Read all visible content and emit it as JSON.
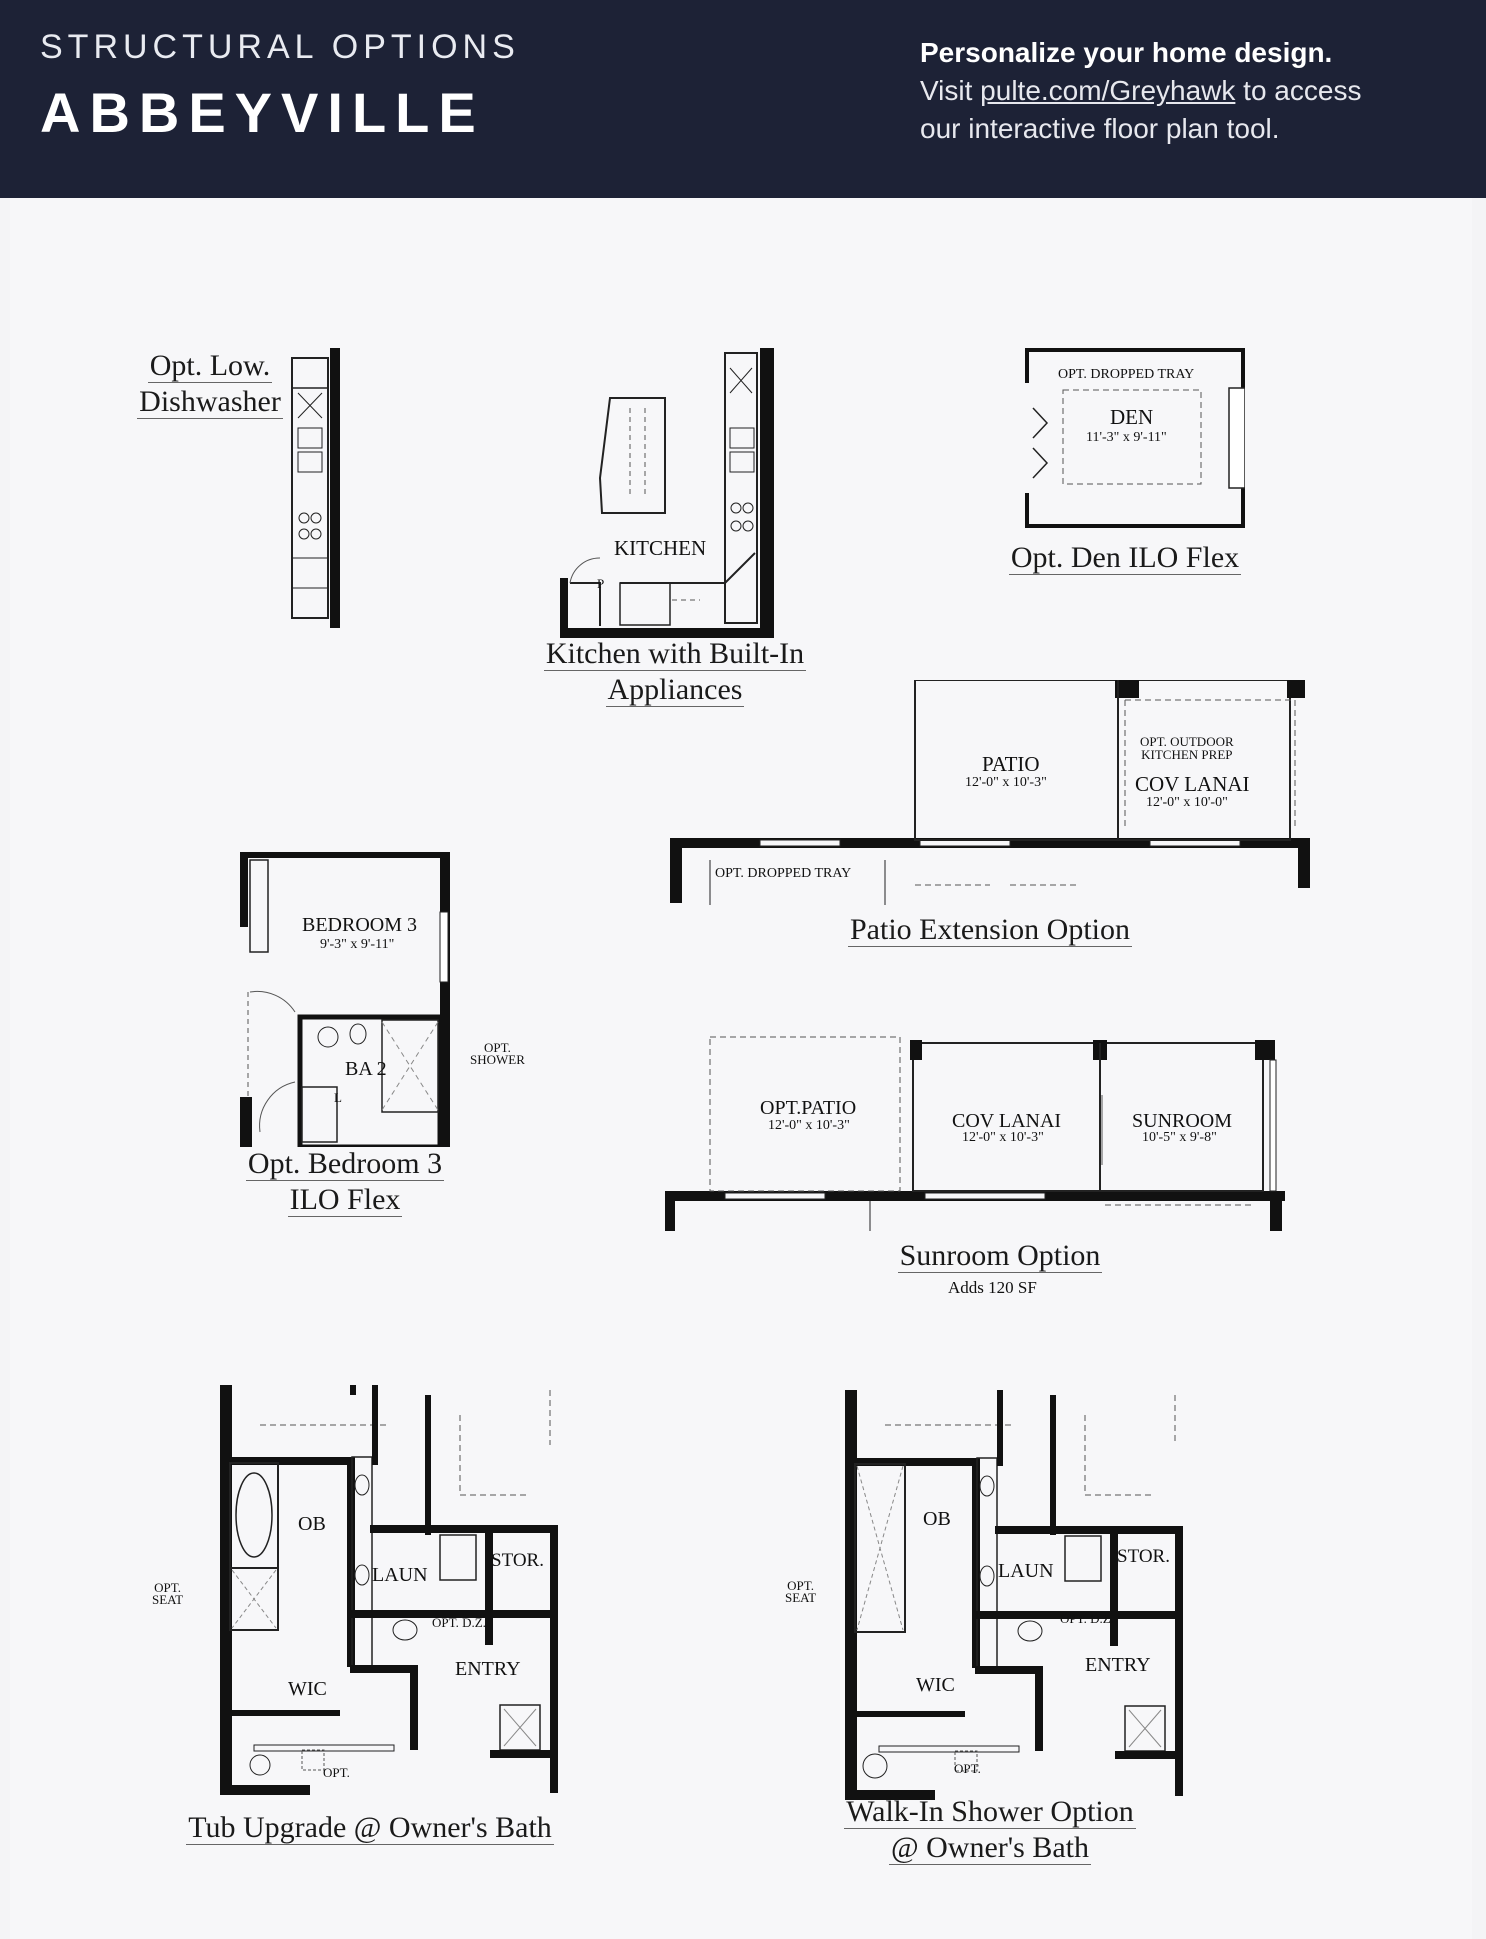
{
  "header": {
    "subtitle": "STRUCTURAL OPTIONS",
    "title": "ABBEYVILLE",
    "promo_bold": "Personalize your home design.",
    "promo_visit": "Visit",
    "promo_link": "pulte.com/Greyhawk",
    "promo_rest": "to access",
    "promo_line3": "our interactive floor plan tool."
  },
  "options": {
    "dishwasher": {
      "caption1": "Opt. Low.",
      "caption2": "Dishwasher"
    },
    "kitchen": {
      "room": "KITCHEN",
      "pantry": "P",
      "caption1": "Kitchen with Built-In",
      "caption2": "Appliances"
    },
    "den": {
      "tray": "OPT. DROPPED TRAY",
      "room": "DEN",
      "dims": "11'-3\" x 9'-11\"",
      "caption": "Opt. Den ILO Flex"
    },
    "patio": {
      "patio_room": "PATIO",
      "patio_dims": "12'-0\" x 10'-3\"",
      "kitchen_prep1": "OPT. OUTDOOR",
      "kitchen_prep2": "KITCHEN PREP",
      "lanai_room": "COV LANAI",
      "lanai_dims": "12'-0\" x 10'-0\"",
      "tray": "OPT. DROPPED TRAY",
      "caption": "Patio Extension Option"
    },
    "bedroom": {
      "room": "BEDROOM 3",
      "dims": "9'-3\" x 9'-11\"",
      "bath": "BA 2",
      "linen": "L",
      "shower1": "OPT.",
      "shower2": "SHOWER",
      "caption1": "Opt. Bedroom 3",
      "caption2": "ILO Flex"
    },
    "sunroom": {
      "patio_room": "OPT.PATIO",
      "patio_dims": "12'-0\" x 10'-3\"",
      "lanai_room": "COV LANAI",
      "lanai_dims": "12'-0\" x 10'-3\"",
      "sun_room": "SUNROOM",
      "sun_dims": "10'-5\" x 9'-8\"",
      "caption": "Sunroom Option",
      "note": "Adds 120 SF"
    },
    "tub": {
      "ob": "OB",
      "laun": "LAUN",
      "stor": "STOR.",
      "dz": "OPT. D.Z.",
      "entry": "ENTRY",
      "wic": "WIC",
      "opt": "OPT.",
      "seat1": "OPT.",
      "seat2": "SEAT",
      "caption": "Tub Upgrade @ Owner's Bath"
    },
    "shower": {
      "ob": "OB",
      "laun": "LAUN",
      "stor": "STOR.",
      "dz": "OPT. D.Z.",
      "entry": "ENTRY",
      "wic": "WIC",
      "opt": "OPT.",
      "seat1": "OPT.",
      "seat2": "SEAT",
      "caption1": "Walk-In Shower Option",
      "caption2": "@ Owner's Bath"
    }
  }
}
